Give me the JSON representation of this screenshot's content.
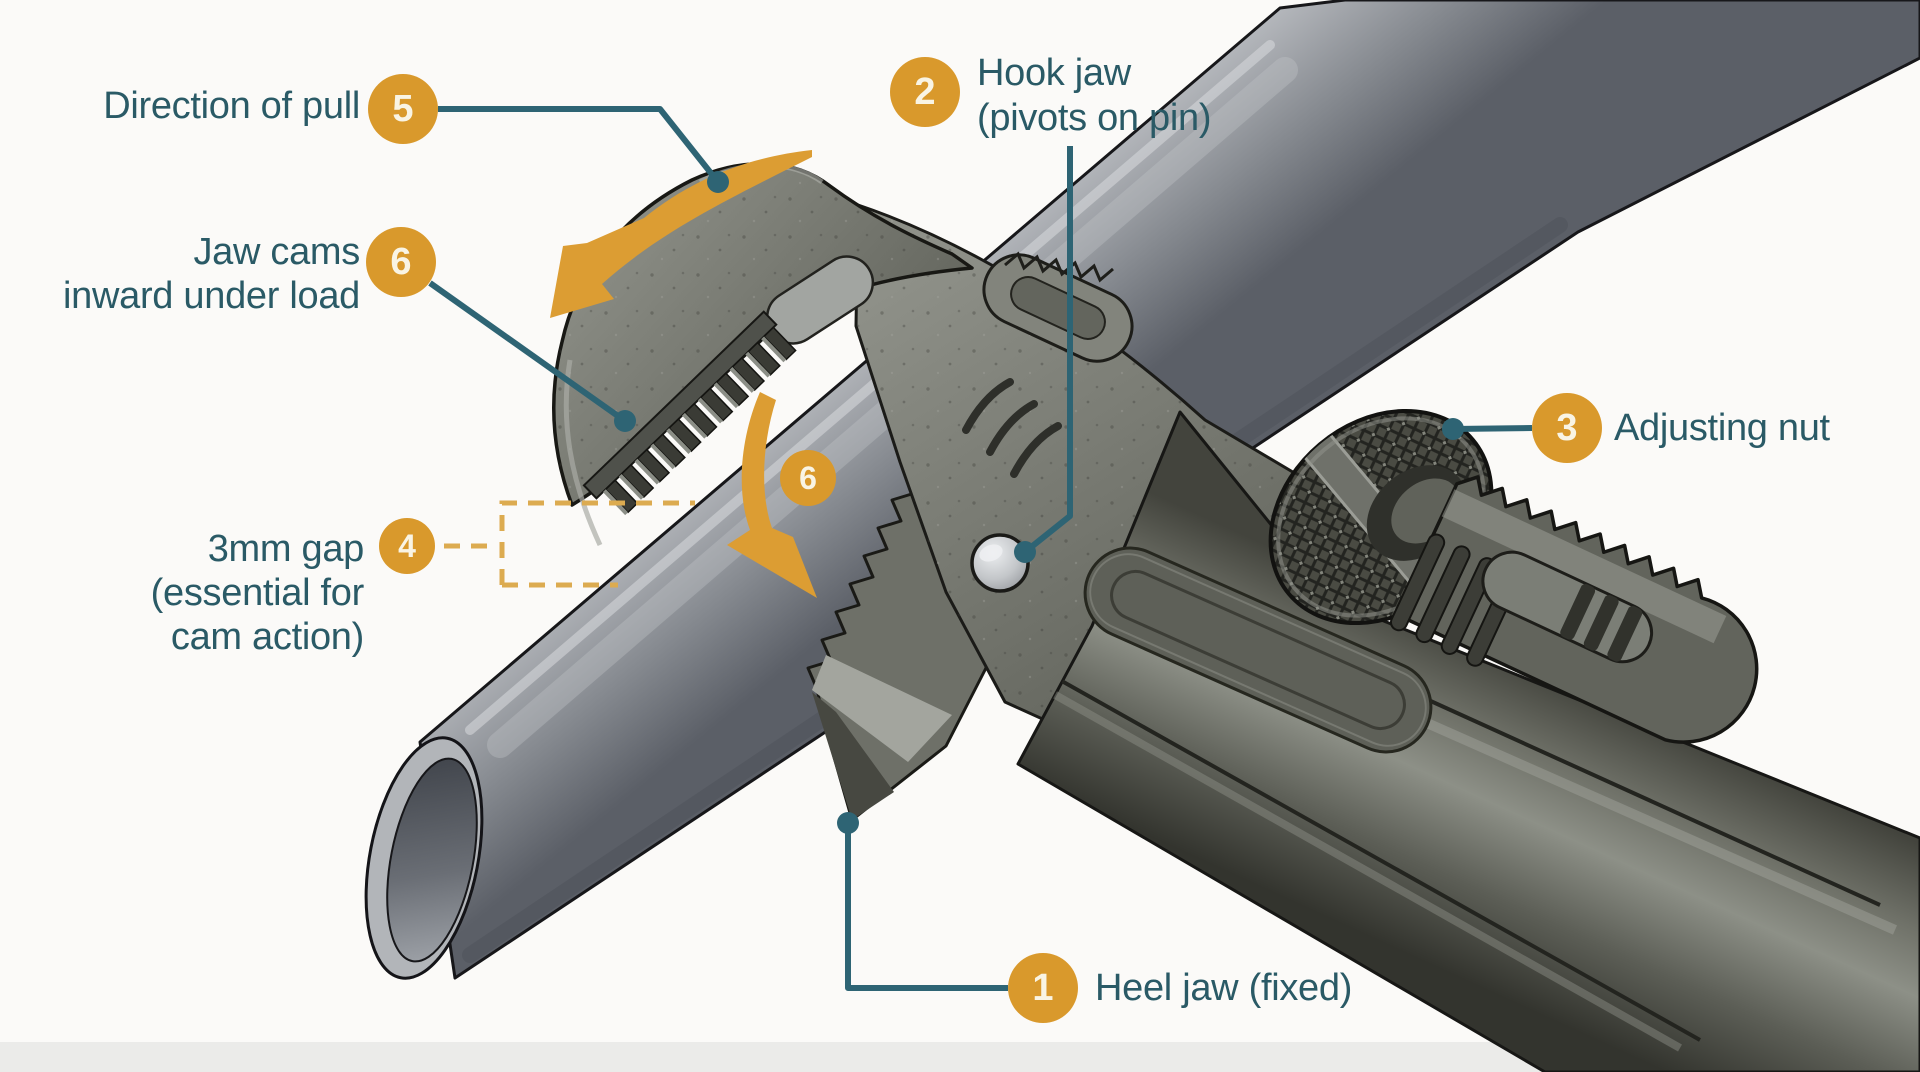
{
  "diagram": {
    "subject": "pipe-wrench-mechanics",
    "colors": {
      "badge_orange": "#d9992c",
      "badge_text": "#f9f4e4",
      "label_teal": "#2a5a66",
      "leader_teal": "#2e6474",
      "dashed_orange": "#dcab50",
      "arrow_orange": "#dc9d33"
    },
    "labels": {
      "heel_jaw": {
        "badge": "1",
        "text": "Heel jaw (fixed)"
      },
      "hook_jaw": {
        "badge": "2",
        "line1": "Hook jaw",
        "line2": "(pivots on pin)"
      },
      "adjusting_nut": {
        "badge": "3",
        "text": "Adjusting nut"
      },
      "gap_3mm": {
        "badge": "4",
        "line1": "3mm gap",
        "line2": "(essential for",
        "line3": "cam action)"
      },
      "direction_of_pull": {
        "badge": "5",
        "text": "Direction of pull"
      },
      "jaw_cams": {
        "badge": "6",
        "line1": "Jaw cams",
        "line2": "inward under load"
      },
      "cam_motion_marker": {
        "badge": "6"
      }
    }
  }
}
